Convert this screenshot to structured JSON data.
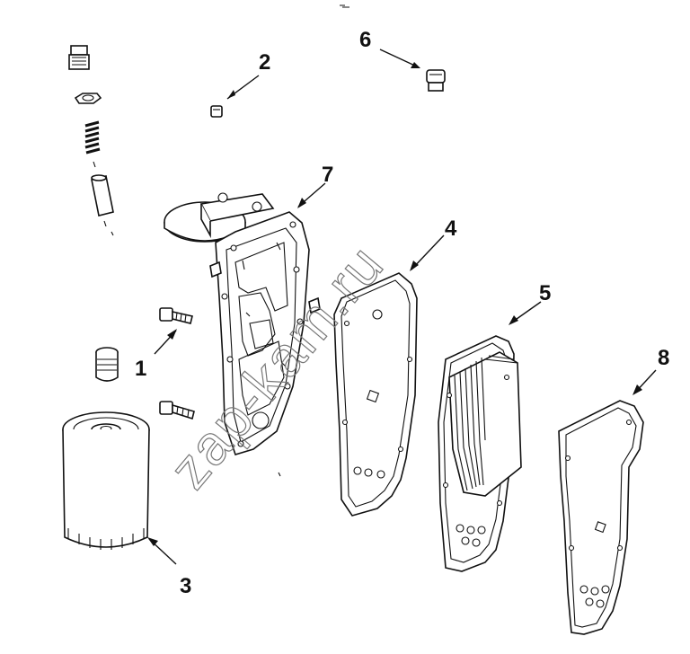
{
  "diagram": {
    "callouts": [
      {
        "id": "1",
        "label": "1"
      },
      {
        "id": "2",
        "label": "2"
      },
      {
        "id": "3",
        "label": "3"
      },
      {
        "id": "4",
        "label": "4"
      },
      {
        "id": "5",
        "label": "5"
      },
      {
        "id": "6",
        "label": "6"
      },
      {
        "id": "7",
        "label": "7"
      },
      {
        "id": "8",
        "label": "8"
      }
    ],
    "watermark": "zap-kam.ru"
  }
}
